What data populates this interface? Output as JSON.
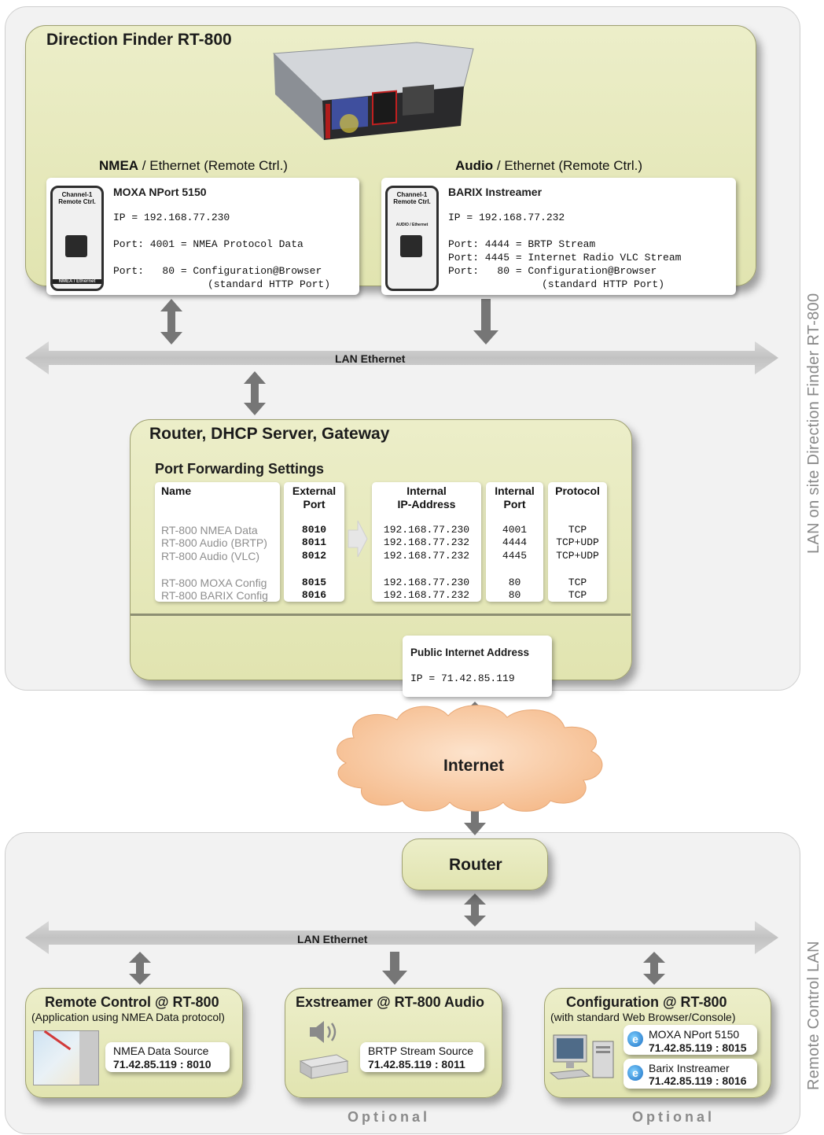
{
  "colors": {
    "olive": "#e3e6b4",
    "region": "#f2f2f2",
    "arrow": "#777777",
    "cloud": "#f7c9a1",
    "lan_bar": "#c8c8c8"
  },
  "regions": {
    "top_label": "LAN on site Direction Finder RT-800",
    "bottom_label": "Remote Control LAN"
  },
  "df": {
    "title": "Direction Finder RT-800",
    "nmea_heading_bold": "NMEA",
    "nmea_heading_rest": " / Ethernet (Remote Ctrl.)",
    "audio_heading_bold": "Audio",
    "audio_heading_rest": " / Ethernet (Remote Ctrl.)",
    "moxa": {
      "thumb_label": "Channel-1\nRemote Ctrl.",
      "thumb_bottom": "NMEA / Ethernet",
      "name": "MOXA NPort 5150",
      "ip": "IP = 192.168.77.230",
      "port1": "Port: 4001 = NMEA Protocol Data",
      "port2": "Port:   80 = Configuration@Browser",
      "port2b": "(standard HTTP Port)"
    },
    "barix": {
      "thumb_label": "Channel-1\nRemote Ctrl.",
      "thumb_sub": "AUDIO / Ethernet",
      "name": "BARIX Instreamer",
      "ip": "IP = 192.168.77.232",
      "port1": "Port: 4444 = BRTP Stream",
      "port2": "Port: 4445 = Internet Radio VLC Stream",
      "port3": "Port:   80 = Configuration@Browser",
      "port3b": "(standard HTTP Port)"
    }
  },
  "lan_top": "LAN Ethernet",
  "router_box": {
    "title": "Router, DHCP Server, Gateway",
    "subtitle": "Port Forwarding Settings",
    "headers": {
      "name": "Name",
      "ext": "External\nPort",
      "ip": "Internal\nIP-Address",
      "intport": "Internal\nPort",
      "proto": "Protocol"
    },
    "rows": [
      {
        "name": "RT-800 NMEA Data",
        "ext": "8010",
        "ip": "192.168.77.230",
        "port": "4001",
        "proto": "TCP"
      },
      {
        "name": "RT-800 Audio (BRTP)",
        "ext": "8011",
        "ip": "192.168.77.232",
        "port": "4444",
        "proto": "TCP+UDP"
      },
      {
        "name": "RT-800 Audio (VLC)",
        "ext": "8012",
        "ip": "192.168.77.232",
        "port": "4445",
        "proto": "TCP+UDP"
      },
      {
        "name": "RT-800 MOXA Config",
        "ext": "8015",
        "ip": "192.168.77.230",
        "port": "80",
        "proto": "TCP"
      },
      {
        "name": "RT-800 BARIX Config",
        "ext": "8016",
        "ip": "192.168.77.232",
        "port": "80",
        "proto": "TCP"
      }
    ],
    "public_title": "Public Internet Address",
    "public_ip": "IP = 71.42.85.119"
  },
  "internet": "Internet",
  "router_remote": "Router",
  "lan_bottom": "LAN Ethernet",
  "clients": {
    "remote": {
      "title": "Remote Control @ RT-800",
      "subtitle": "(Application using NMEA Data protocol)",
      "src_label": "NMEA Data Source",
      "src_addr": "71.42.85.119 : 8010"
    },
    "stream": {
      "title": "Exstreamer @ RT-800 Audio",
      "src_label": "BRTP Stream Source",
      "src_addr": "71.42.85.119 : 8011",
      "optional": "Optional"
    },
    "config": {
      "title": "Configuration @ RT-800",
      "subtitle": "(with standard Web Browser/Console)",
      "moxa_label": "MOXA NPort 5150",
      "moxa_addr": "71.42.85.119 : 8015",
      "barix_label": "Barix Instreamer",
      "barix_addr": "71.42.85.119 : 8016",
      "optional": "Optional"
    }
  }
}
